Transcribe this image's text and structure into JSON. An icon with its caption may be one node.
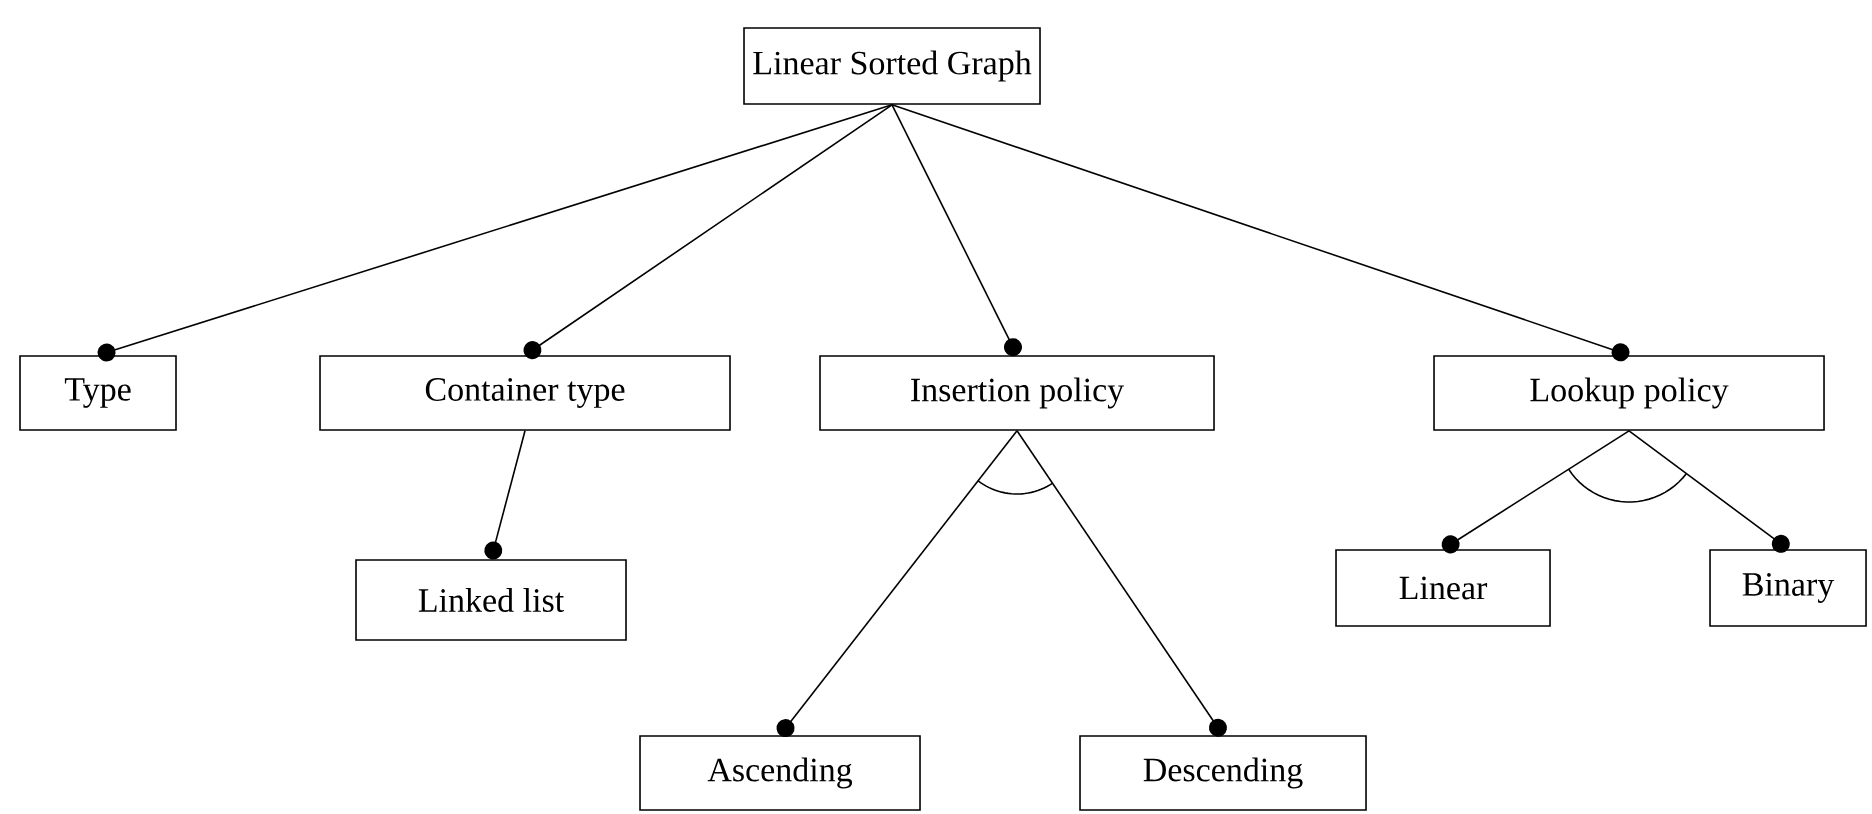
{
  "diagram": {
    "nodes": [
      {
        "text": [
          "Linear Sorted Graph"
        ]
      },
      {
        "text": [
          "Type"
        ]
      },
      {
        "text": [
          "Container type"
        ]
      },
      {
        "text": [
          "Insertion policy"
        ]
      },
      {
        "text": [
          "Lookup policy"
        ]
      },
      {
        "text": [
          "Linked list"
        ]
      },
      {
        "text": [
          "Ascending"
        ]
      },
      {
        "text": [
          "Descending"
        ]
      },
      {
        "text": [
          "Linear"
        ]
      },
      {
        "text": [
          "Binary"
        ]
      }
    ],
    "edges": [
      {
        "from": 0,
        "to": 1,
        "arrow": "other"
      },
      {
        "from": 0,
        "to": 2,
        "arrow": "other"
      },
      {
        "from": 0,
        "to": 3,
        "arrow": "other"
      },
      {
        "from": 0,
        "to": 4,
        "arrow": "other"
      },
      {
        "from": 2,
        "to": 5,
        "arrow": "other"
      },
      {
        "from": 3,
        "to": 6,
        "arrow": "other"
      },
      {
        "from": 3,
        "to": 7,
        "arrow": "other"
      },
      {
        "from": 4,
        "to": 8,
        "arrow": "other"
      },
      {
        "from": 4,
        "to": 9,
        "arrow": "other"
      }
    ]
  }
}
